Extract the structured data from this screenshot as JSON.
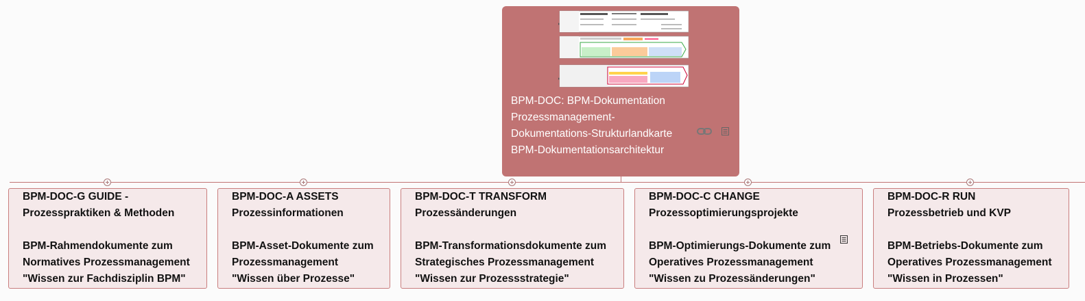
{
  "root": {
    "text": "BPM-DOC: BPM-Dokumentation\nProzessmanagement-\nDokumentations-Strukturlandkarte\nBPM-Dokumentationsarchitektur",
    "icons": [
      "link-icon",
      "note-icon"
    ]
  },
  "children": [
    {
      "text": "BPM-DOC-G GUIDE -\nProzesspraktiken & Methoden\n\nBPM-Rahmendokumente zum\nNormatives Prozessmanagement\n\"Wissen zur Fachdisziplin BPM\""
    },
    {
      "text": "BPM-DOC-A ASSETS\nProzessinformationen\n\nBPM-Asset-Dokumente zum\nProzessmanagement\n\"Wissen über Prozesse\""
    },
    {
      "text": "BPM-DOC-T TRANSFORM\nProzessänderungen\n\nBPM-Transformationsdokumente zum\nStrategisches Prozessmanagement\n\"Wissen zur Prozessstrategie\""
    },
    {
      "text": "BPM-DOC-C CHANGE\nProzessoptimierungsprojekte\n\nBPM-Optimierungs-Dokumente zum\nOperatives Prozessmanagement\n\"Wissen zu Prozessänderungen\"",
      "icon": "note-icon"
    },
    {
      "text": "BPM-DOC-R RUN\nProzessbetrieb und KVP\n\nBPM-Betriebs-Dokumente zum\nOperatives Prozessmanagement\n\"Wissen in Prozessen\""
    }
  ],
  "colors": {
    "root_bg": "#c07373",
    "child_bg": "#f5e9ea",
    "child_border": "#c97e7e"
  }
}
